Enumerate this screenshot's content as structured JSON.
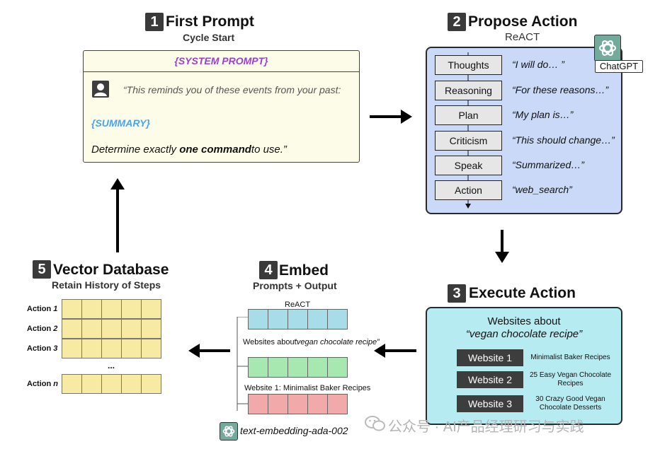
{
  "step1": {
    "num": "1",
    "title": "First Prompt",
    "subtitle": "Cycle Start",
    "system_prompt": "{SYSTEM PROMPT}",
    "memory_quote": "“This reminds you of these events from your past:",
    "summary": "{SUMMARY}",
    "instr_pre": "Determine exactly ",
    "instr_bold": "one command",
    "instr_post": "to use.”"
  },
  "step2": {
    "num": "2",
    "title": "Propose Action",
    "subtitle": "ReACT",
    "badge": "ChatGPT",
    "steps": [
      {
        "label": "Thoughts",
        "quote": "“I will do…   ”"
      },
      {
        "label": "Reasoning",
        "quote": "“For these reasons…”"
      },
      {
        "label": "Plan",
        "quote": "“My plan is…”"
      },
      {
        "label": "Criticism",
        "quote": "“This should change…”"
      },
      {
        "label": "Speak",
        "quote": "“Summarized…”"
      },
      {
        "label": "Action",
        "quote": "“web_search”"
      }
    ]
  },
  "step3": {
    "num": "3",
    "title": "Execute Action",
    "heading_line1": "Websites about",
    "heading_line2": "“vegan chocolate recipe”",
    "sites": [
      {
        "label": "Website 1",
        "desc": "Minimalist Baker Recipes"
      },
      {
        "label": "Website 2",
        "desc": "25 Easy Vegan Chocolate Recipes"
      },
      {
        "label": "Website 3",
        "desc": "30 Crazy Good Vegan Chocolate Desserts"
      }
    ]
  },
  "step4": {
    "num": "4",
    "title": "Embed",
    "subtitle": "Prompts + Output",
    "row1_label": "ReACT",
    "row2_label": "Websites about",
    "row2_quote": "“vegan chocolate recipe”",
    "row3_label": "Website 1: Minimalist Baker Recipes",
    "model": "text-embedding-ada-002",
    "colors": {
      "react": "#a8dce9",
      "websites": "#a7e8b0",
      "website1": "#f1a9a9"
    }
  },
  "step5": {
    "num": "5",
    "title": "Vector Database",
    "subtitle": "Retain History of Steps",
    "rows": [
      {
        "prefix": "Action ",
        "n": "1"
      },
      {
        "prefix": "Action ",
        "n": "2"
      },
      {
        "prefix": "Action ",
        "n": "3"
      },
      {
        "prefix": "Action ",
        "n": "n"
      }
    ],
    "ellipsis": "..."
  },
  "watermark": "公众号 · AI产品经理研习与实践",
  "icons": {
    "user": "user-icon",
    "openai": "openai-logo-icon",
    "wechat": "wechat-icon"
  }
}
